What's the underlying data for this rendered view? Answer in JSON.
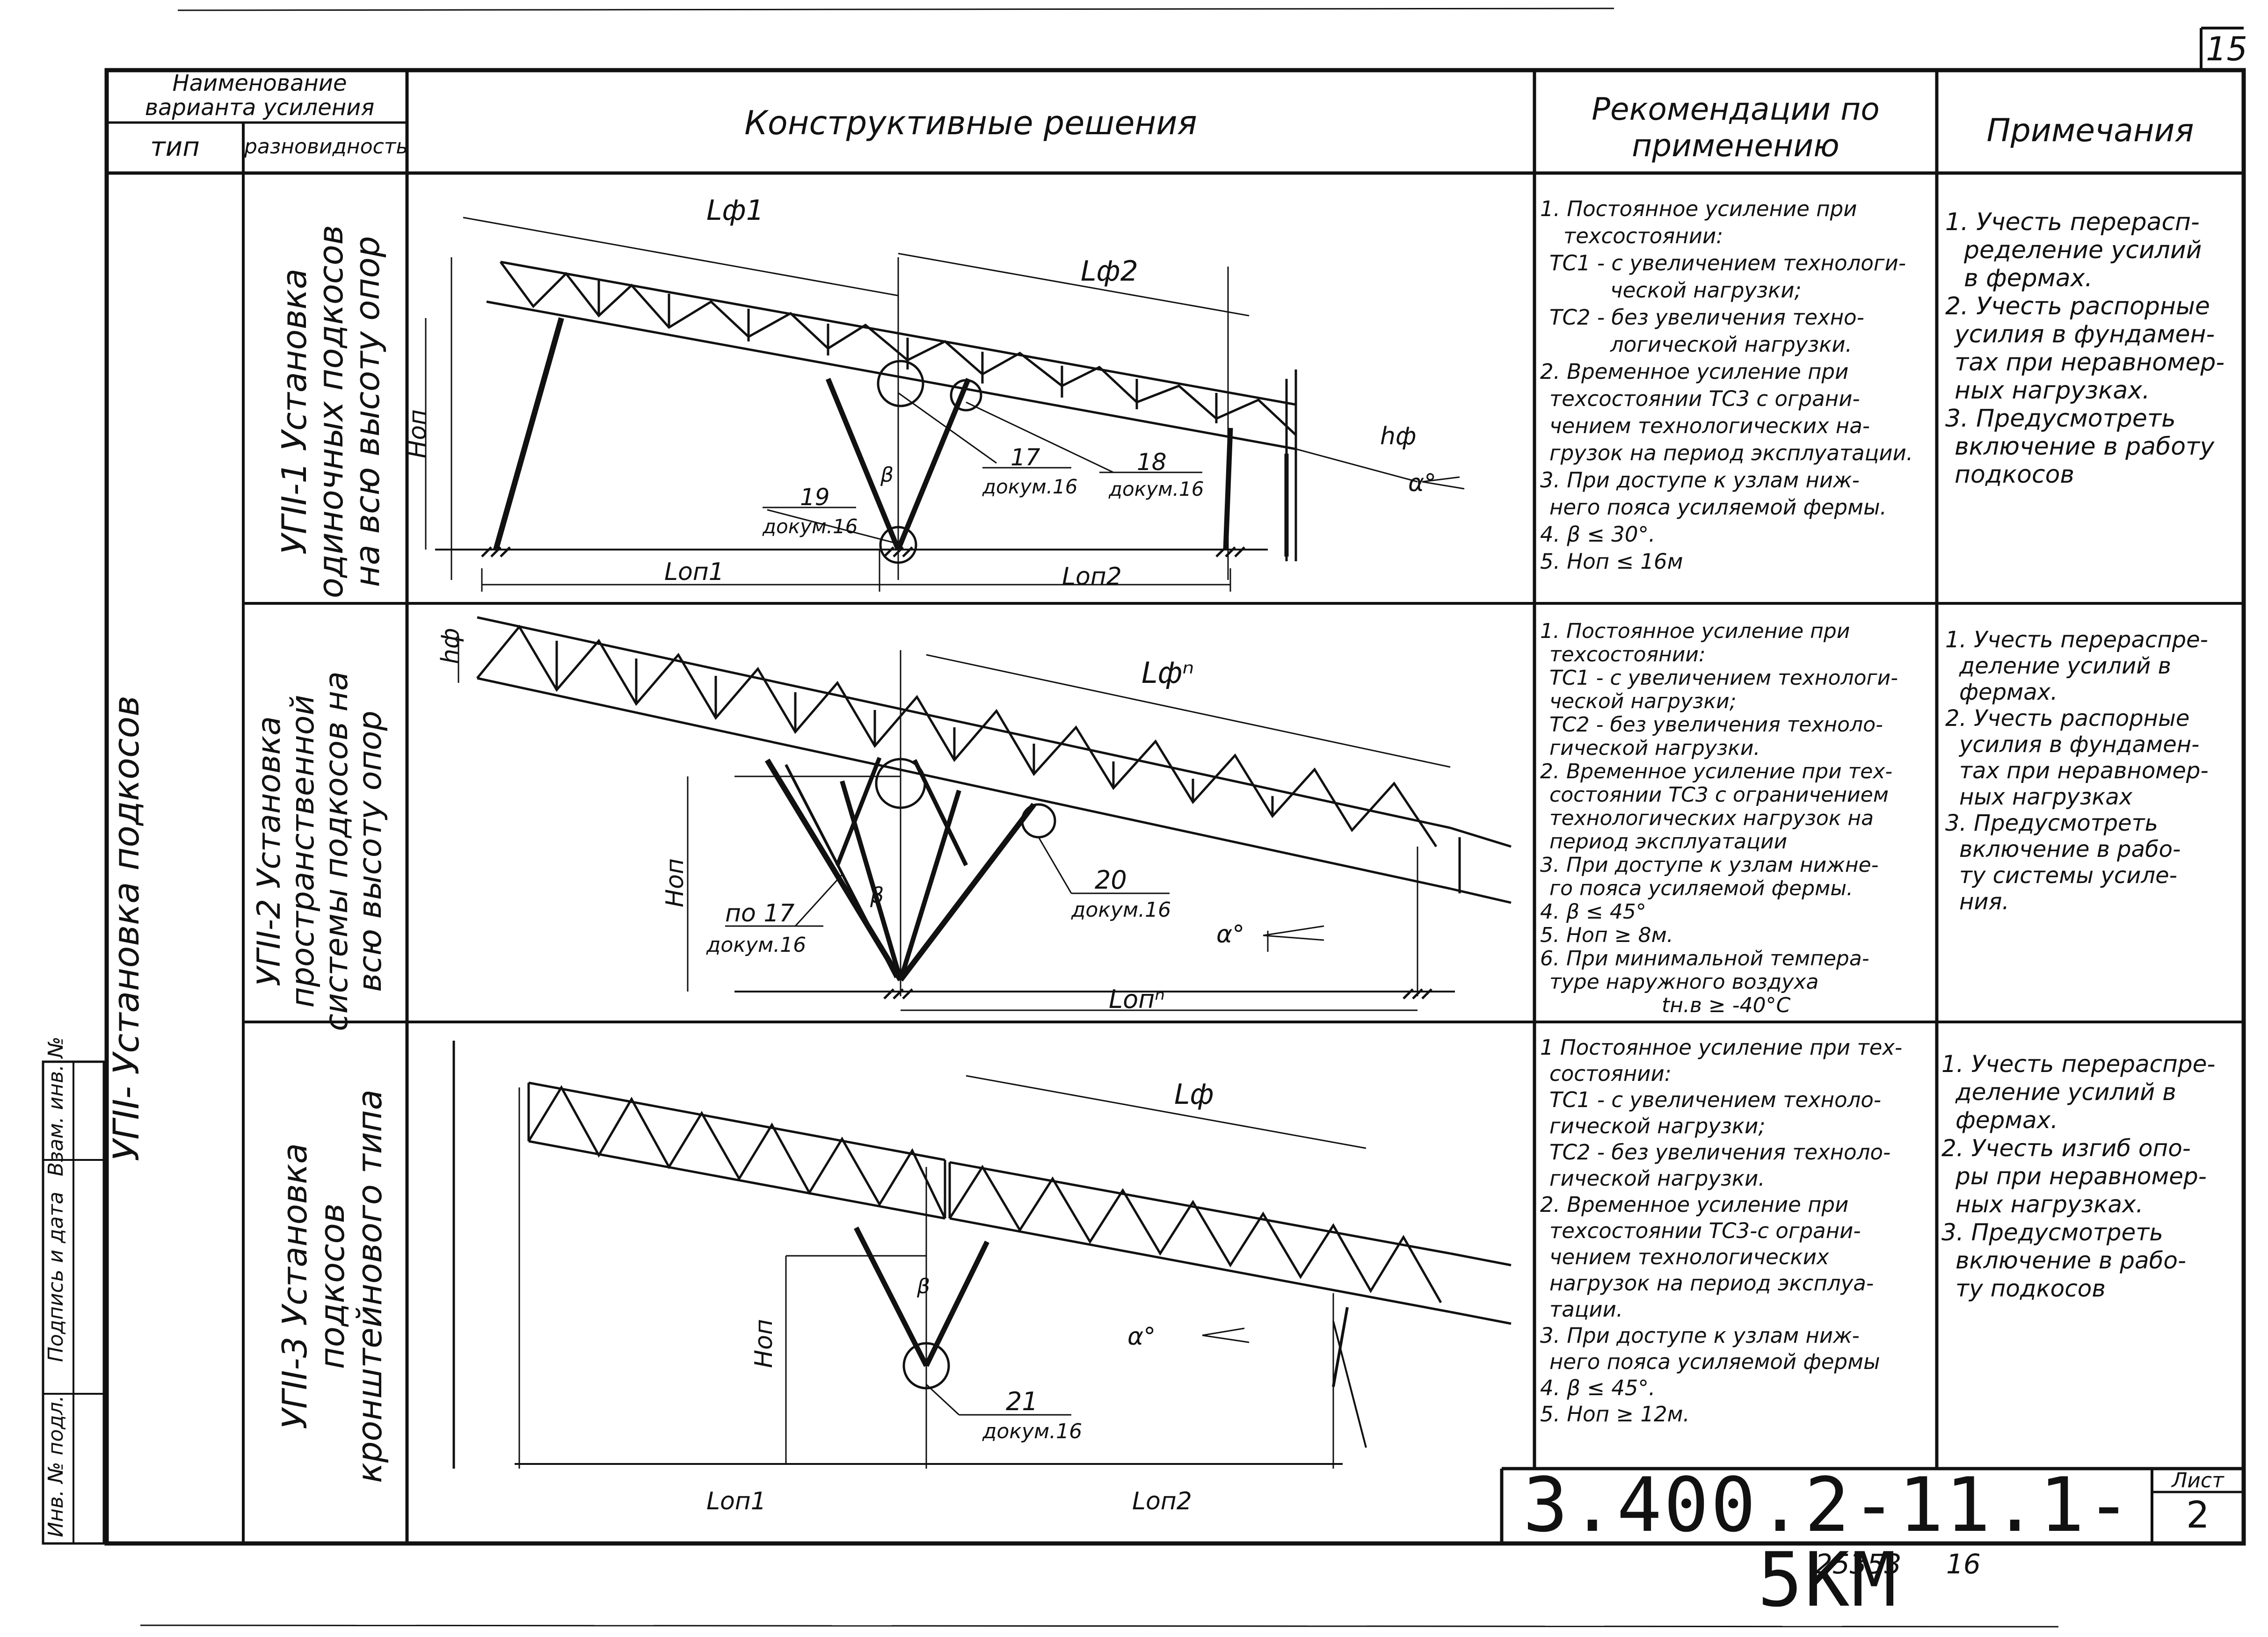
{
  "sheet": {
    "corner_number": "15",
    "stamp_code": "3.400.2-11.1-5KM",
    "sheet_label": "Лист",
    "sheet_number": "2",
    "bottom_number_1": "25353",
    "bottom_number_2": "16"
  },
  "side_strip": [
    "Инв. № подл.",
    "Подпись и дата",
    "Взам. инв. №"
  ],
  "header": {
    "variant_name": "Наименование варианта усиления",
    "type": "тип",
    "subtype": "разновидность",
    "solutions": "Конструктивные решения",
    "recommendations": "Рекомендации по применению",
    "notes": "Примечания"
  },
  "group_label": "УГII- Установка подкосов",
  "rows": [
    {
      "variant": "УГII-1 Установка одиночных подкосов на всю высоту опор",
      "labels": {
        "lf1": "Lф1",
        "lf2": "Lф2",
        "hop": "Hоп",
        "hf": "hф",
        "alpha": "α°",
        "beta": "β",
        "n17": "17",
        "d17": "докум.16",
        "n18": "18",
        "d18": "докум.16",
        "n19": "19",
        "d19": "докум.16",
        "lop1": "Lоп1",
        "lop2": "Lоп2"
      },
      "recommendations": [
        "1. Постоянное усиление при",
        "техсостоянии:",
        "ТС1 - с увеличением технологи-",
        "ческой нагрузки;",
        "ТС2 - без увеличения техно-",
        "логической нагрузки.",
        "2. Временное усиление при",
        "техсостоянии ТС3 с ограни-",
        "чением технологических на-",
        "грузок на период эксплуатации.",
        "3. При доступе к узлам ниж-",
        "него пояса усиляемой фермы.",
        "4. β ≤ 30°.",
        "5. Hоп ≤ 16м"
      ],
      "notes": [
        "1. Учесть перерасп-",
        "ределение усилий",
        "в фермах.",
        "2. Учесть распорные",
        "усилия в фундамен-",
        "тах при неравномер-",
        "ных нагрузках.",
        "3. Предусмотреть",
        "включение в работу",
        "подкосов"
      ]
    },
    {
      "variant": "УГII-2 Установка пространственной системы подкосов на всю высоту опор",
      "labels": {
        "lf": "Lфⁿ",
        "hf": "hф",
        "hop": "Hоп",
        "alpha": "α°",
        "beta": "β",
        "n20": "20",
        "d20": "докум.16",
        "n17": "по 17",
        "d17": "докум.16",
        "lop": "Lопⁿ"
      },
      "recommendations": [
        "1. Постоянное усиление при",
        "техсостоянии:",
        "ТС1 - с увеличением технологи-",
        "ческой нагрузки;",
        "ТС2 - без увеличения техноло-",
        "гической нагрузки.",
        "2. Временное усиление при тех-",
        "состоянии ТС3 с ограничением",
        "технологических нагрузок на",
        "период эксплуатации",
        "3. При доступе к узлам нижне-",
        "го пояса усиляемой фермы.",
        "4. β ≤ 45°",
        "5. Hоп ≥ 8м.",
        "6. При минимальной темпера-",
        "туре наружного воздуха",
        "tн.в ≥ -40°C"
      ],
      "notes": [
        "1. Учесть перераспре-",
        "деление усилий в",
        "фермах.",
        "2. Учесть распорные",
        "усилия в фундамен-",
        "тах при неравномер-",
        "ных нагрузках",
        "3. Предусмотреть",
        "включение в рабо-",
        "ту системы усиле-",
        "ния."
      ]
    },
    {
      "variant": "УГII-3 Установка подкосов кронштейнового типа",
      "labels": {
        "lf": "Lф",
        "hop": "Hоп",
        "alpha": "α°",
        "beta": "β",
        "n21": "21",
        "d21": "докум.16",
        "lop1": "Lоп1",
        "lop2": "Lоп2"
      },
      "recommendations": [
        "1 Постоянное усиление при тех-",
        "состоянии:",
        "ТС1 - с увеличением техноло-",
        "гической нагрузки;",
        "ТС2 - без увеличения техноло-",
        "гической нагрузки.",
        "2. Временное усиление при",
        "техсостоянии ТС3-с ограни-",
        "чением технологических",
        "нагрузок на период эксплуа-",
        "тации.",
        "3. При доступе к узлам ниж-",
        "него пояса усиляемой фермы",
        "4. β ≤ 45°.",
        "5. Hоп ≥ 12м."
      ],
      "notes": [
        "1. Учесть перераспре-",
        "деление усилий в",
        "фермах.",
        "2. Учесть изгиб опо-",
        "ры при неравномер-",
        "ных нагрузках.",
        "3. Предусмотреть",
        "включение в рабо-",
        "ту подкосов"
      ]
    }
  ]
}
